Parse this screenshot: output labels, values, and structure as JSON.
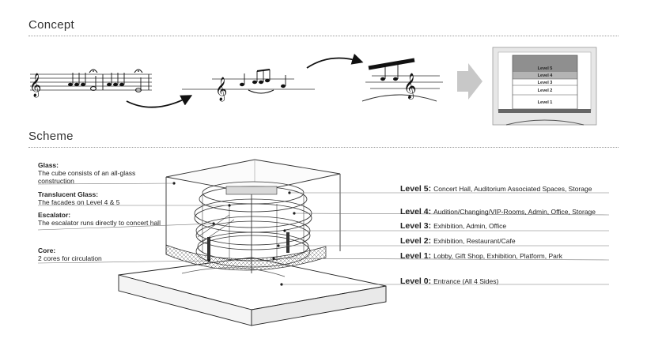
{
  "sections": {
    "concept": "Concept",
    "scheme": "Scheme"
  },
  "concept_stack_labels": [
    "Level 5",
    "Level 4",
    "Level 3",
    "Level 2",
    "Level 1"
  ],
  "notes": [
    {
      "title": "Glass:",
      "text": "The cube consists of an all-glass construction"
    },
    {
      "title": "Translucent Glass:",
      "text": "The facades on Level 4 & 5"
    },
    {
      "title": "Escalator:",
      "text": "The escalator runs directly to concert hall"
    },
    {
      "title": "Core:",
      "text": "2 cores for circulation"
    }
  ],
  "levels": [
    {
      "name": "Level 5:",
      "desc": "Concert Hall, Auditorium Associated Spaces, Storage"
    },
    {
      "name": "Level 4:",
      "desc": "Audition/Changing/VIP-Rooms, Admin, Office, Storage"
    },
    {
      "name": "Level 3:",
      "desc": "Exhibition, Admin, Office"
    },
    {
      "name": "Level 2:",
      "desc": "Exhibition, Restaurant/Cafe"
    },
    {
      "name": "Level 1:",
      "desc": "Lobby, Gift Shop, Exhibition, Platform, Park"
    },
    {
      "name": "Level 0:",
      "desc": "Entrance (All 4 Sides)"
    }
  ]
}
